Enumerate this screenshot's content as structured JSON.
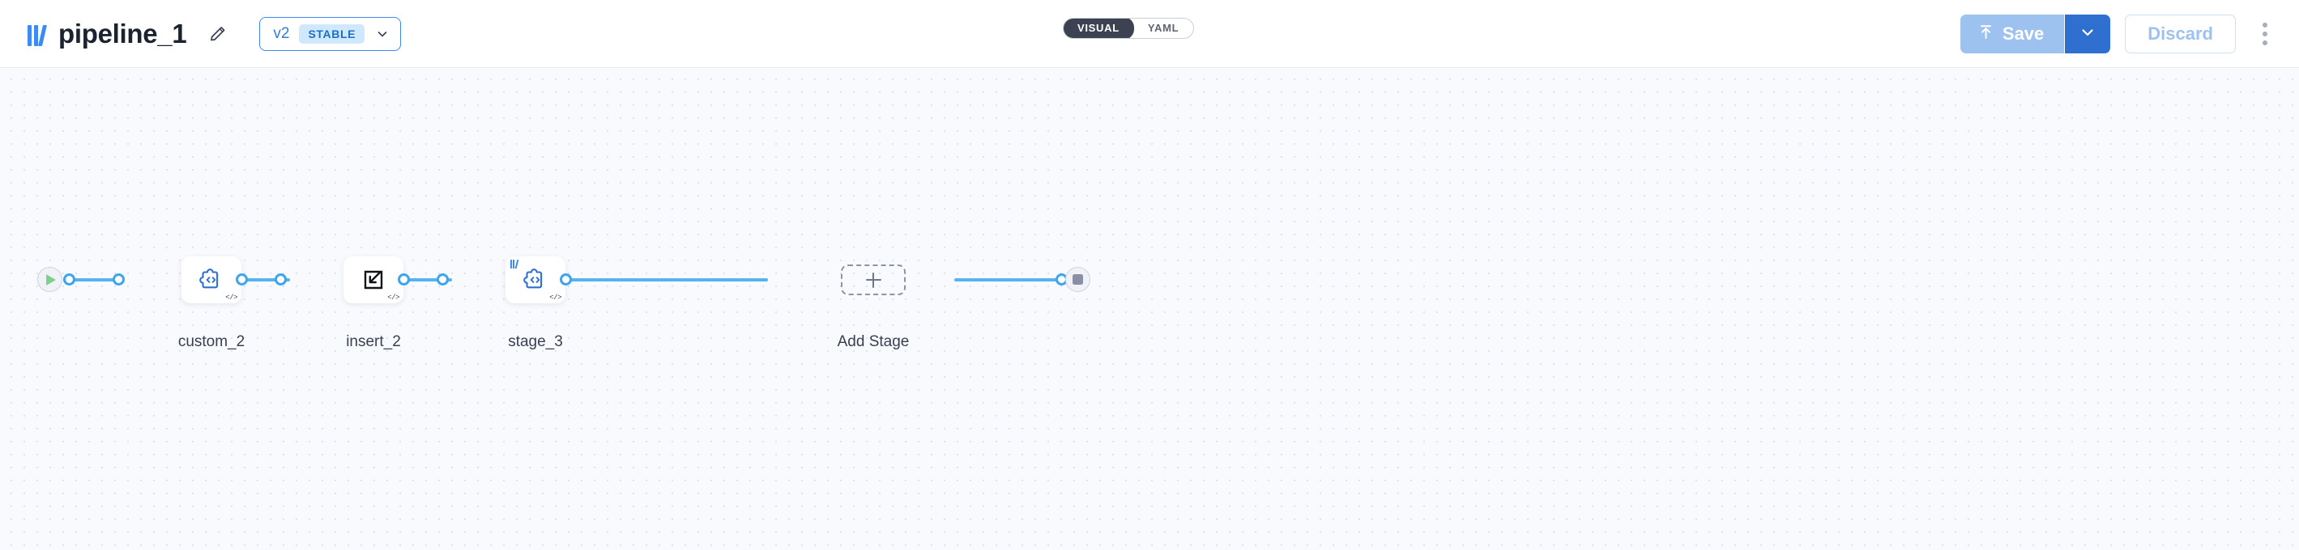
{
  "header": {
    "logo_icon": "app-bars-logo-icon",
    "pipeline_title": "pipeline_1",
    "edit_icon": "pencil-edit-icon",
    "version": {
      "label": "v2",
      "status_pill": "STABLE",
      "chevron_icon": "chevron-down-icon"
    },
    "view_toggle": {
      "options": [
        "VISUAL",
        "YAML"
      ],
      "selected": "VISUAL"
    },
    "actions": {
      "save_label": "Save",
      "save_icon": "upload-arrow-icon",
      "save_caret_icon": "chevron-down-icon",
      "discard_label": "Discard",
      "more_icon": "kebab-menu-icon"
    },
    "colors": {
      "accent_blue": "#3d8bf2",
      "save_disabled": "#9dc2ef",
      "save_caret": "#2f6fd0",
      "pill_bg": "#cfe8fb",
      "toggle_active_bg": "#3d4252"
    }
  },
  "canvas": {
    "background": "#f8fafd",
    "edge_color": "#57b2f0",
    "port_color": "#3da5ee",
    "start_node": {
      "name": "start-node",
      "icon": "play-triangle-icon"
    },
    "end_node": {
      "name": "end-node",
      "icon": "stop-square-icon"
    },
    "stages": [
      {
        "label": "custom_2",
        "icon": "puzzle-code-icon",
        "code_badge": "</>",
        "has_logo_badge": false
      },
      {
        "label": "insert_2",
        "icon": "insert-arrow-square-icon",
        "code_badge": "</>",
        "has_logo_badge": false
      },
      {
        "label": "stage_3",
        "icon": "puzzle-code-icon",
        "code_badge": "</>",
        "has_logo_badge": true
      }
    ],
    "add_stage": {
      "label": "Add Stage",
      "icon": "plus-icon"
    }
  }
}
